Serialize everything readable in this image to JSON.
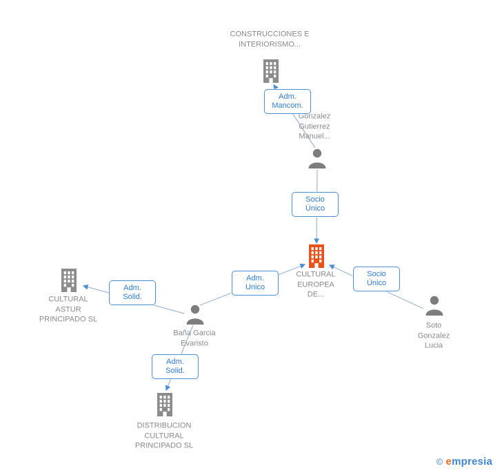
{
  "diagram": {
    "nodes": {
      "construcciones": {
        "type": "company",
        "label": "CONSTRUCCIONES E INTERIORISMO..."
      },
      "gonzalez_gutierrez": {
        "type": "person",
        "label": "Gonzalez Gutierrez Manuel..."
      },
      "cultural_europea": {
        "type": "company",
        "label": "CULTURAL EUROPEA DE...",
        "highlighted": true
      },
      "cultural_astur": {
        "type": "company",
        "label": "CULTURAL ASTUR PRINCIPADO SL"
      },
      "bana_garcia": {
        "type": "person",
        "label": "Baña Garcia Evaristo"
      },
      "distribucion_cultural": {
        "type": "company",
        "label": "DISTRIBUCION CULTURAL PRINCIPADO SL"
      },
      "soto_gonzalez": {
        "type": "person",
        "label": "Soto Gonzalez Lucia"
      }
    },
    "edge_labels": {
      "adm_mancom": "Adm. Mancom.",
      "socio_unico_top": "Socio Único",
      "adm_solid_left": "Adm. Solid.",
      "adm_unico": "Adm. Unico",
      "adm_solid_bottom": "Adm. Solid.",
      "socio_unico_right": "Socio Único"
    },
    "palette": {
      "company_default": "#8c8c8c",
      "company_highlight": "#e8531d",
      "person": "#7d7d7d",
      "edge_line": "#9bb6d6",
      "edge_arrow": "#4a8fd3",
      "edge_label_text": "#2e7cd6",
      "edge_label_border": "#4a8fd3",
      "node_label_text": "#8a8a8a"
    }
  },
  "footer": {
    "copyright": "©",
    "brand_first_letter": "e",
    "brand_rest": "mpresia"
  }
}
